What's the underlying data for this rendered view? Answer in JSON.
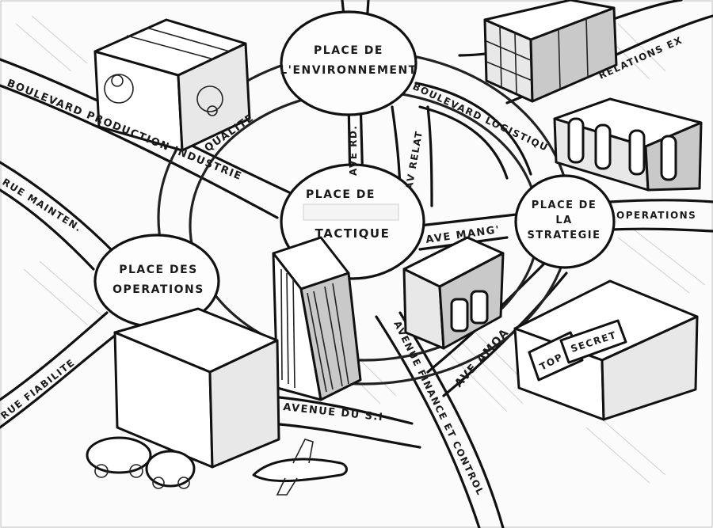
{
  "plazas": {
    "environnement": [
      "PLACE DE",
      "L'ENVIRONNEMENT"
    ],
    "tactique_top": "PLACE DE",
    "tactique_bottom": "TACTIQUE",
    "strategie": [
      "PLACE DE",
      "LA",
      "STRATEGIE"
    ],
    "operations": [
      "PLACE DES",
      "OPERATIONS"
    ]
  },
  "roads": {
    "production": "BOULEVARD PRODUCTION INDUSTRIE",
    "logistique": "BOULEVARD LOGISTIQU",
    "maintenance": "RUE MAINTEN.",
    "fiabilite": "RUE FIABILITE",
    "qualite": "QUALITE",
    "rd": "AVE RD.",
    "relat": "AV RELAT",
    "relations": "RELATIONS EX",
    "operations": "OPERATIONS",
    "mang": "AVE MANG'",
    "amoa": "AVE AMOA",
    "si": "AVENUE DU S.I",
    "finance": "AVENUE FINANCE ET CONTROL"
  },
  "signs": {
    "top_secret_1": "TOP",
    "top_secret_2": "SECRET"
  },
  "colors": {
    "ink": "#111111",
    "paper": "#fbfbfb",
    "pencil": "#bdbdbd"
  }
}
